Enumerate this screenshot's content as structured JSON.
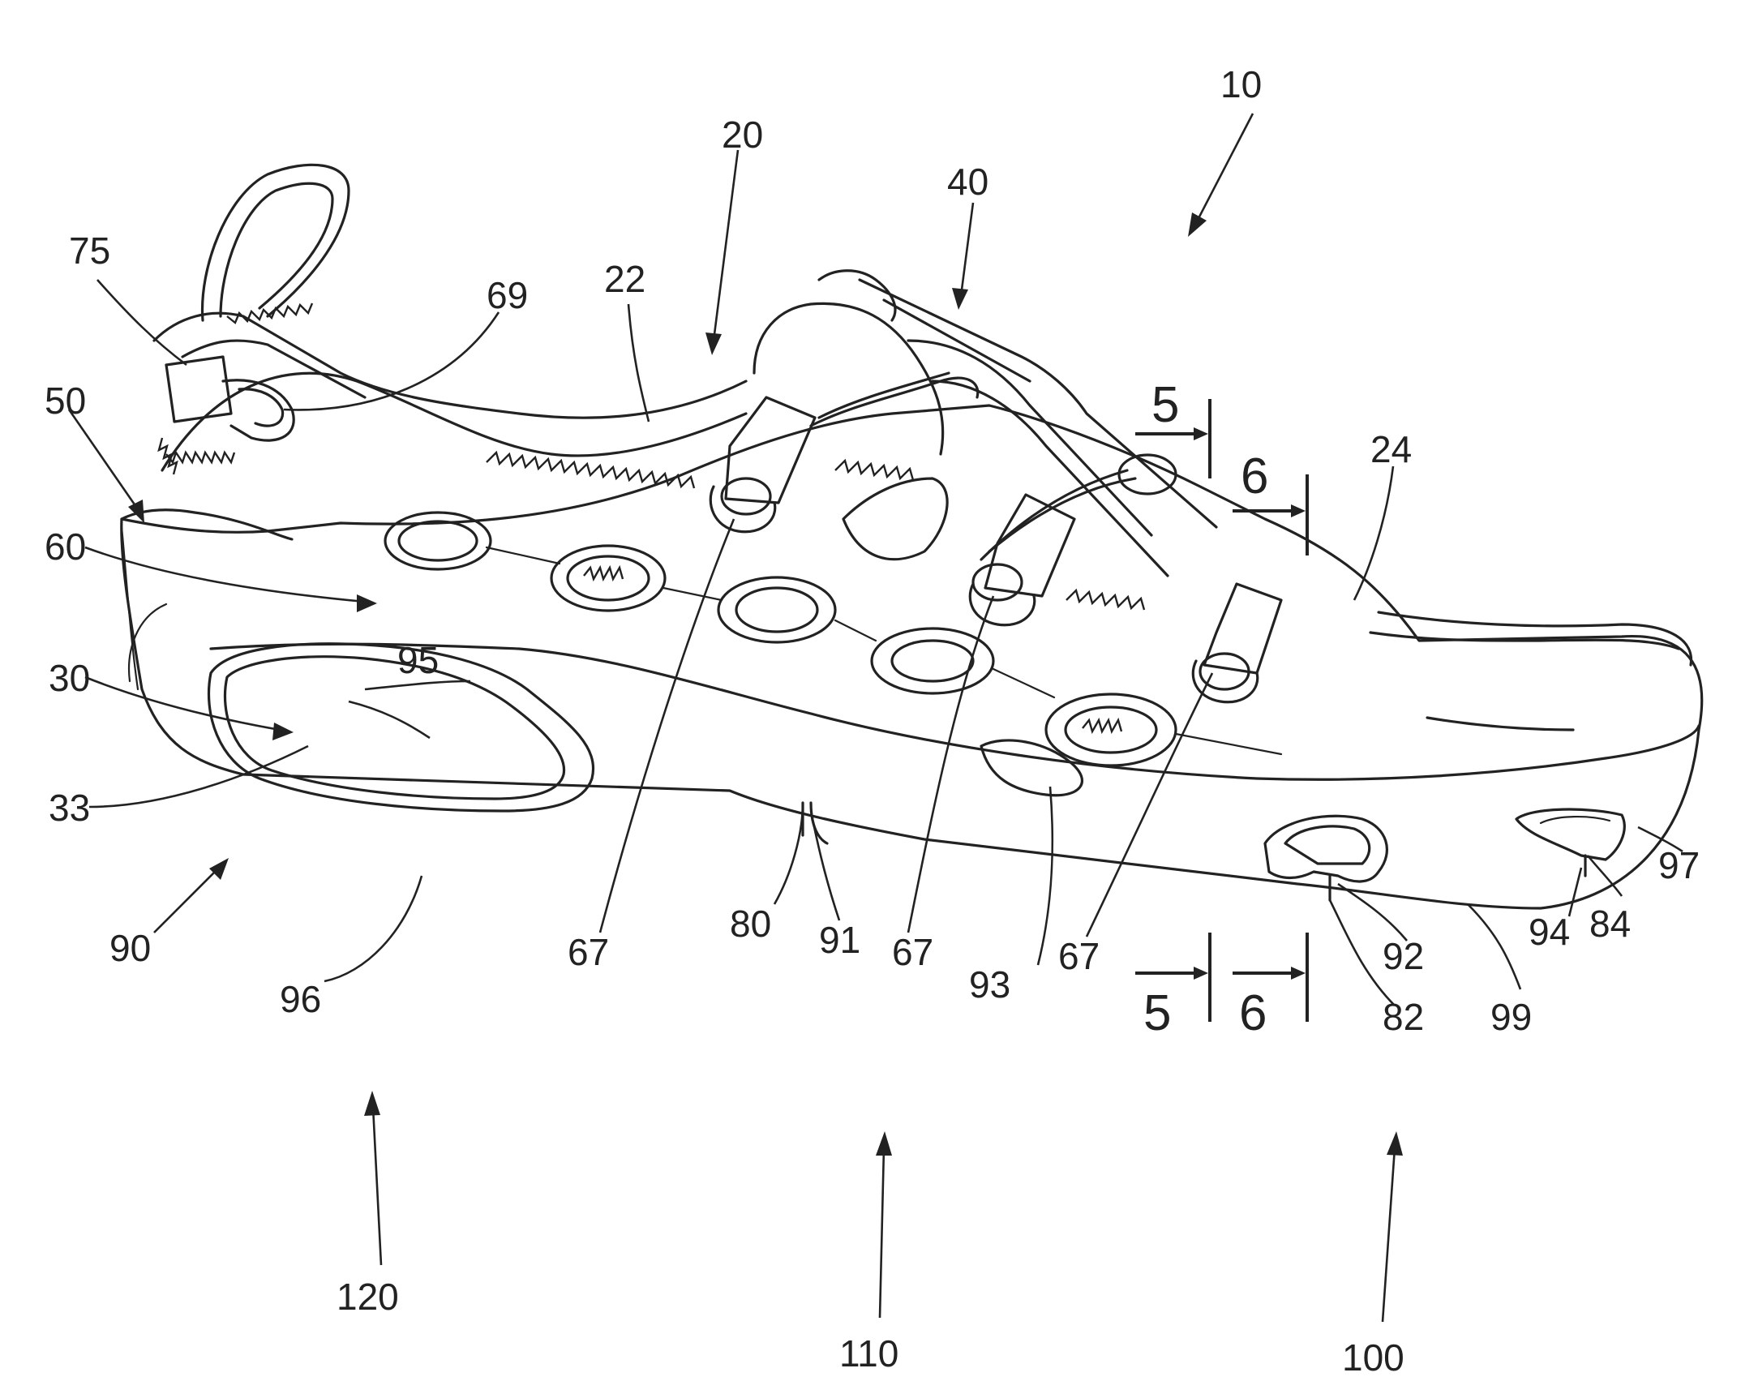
{
  "figure": {
    "labels": {
      "l10": "10",
      "l20": "20",
      "l22": "22",
      "l24": "24",
      "l30": "30",
      "l33": "33",
      "l40": "40",
      "l50": "50",
      "l60": "60",
      "l67": "67",
      "l69": "69",
      "l75": "75",
      "l80": "80",
      "l82": "82",
      "l84": "84",
      "l90": "90",
      "l91": "91",
      "l92": "92",
      "l93": "93",
      "l94": "94",
      "l95": "95",
      "l96": "96",
      "l97": "97",
      "l99": "99",
      "l100": "100",
      "l110": "110",
      "l120": "120"
    },
    "sections": {
      "s5": "5",
      "s6": "6"
    }
  }
}
